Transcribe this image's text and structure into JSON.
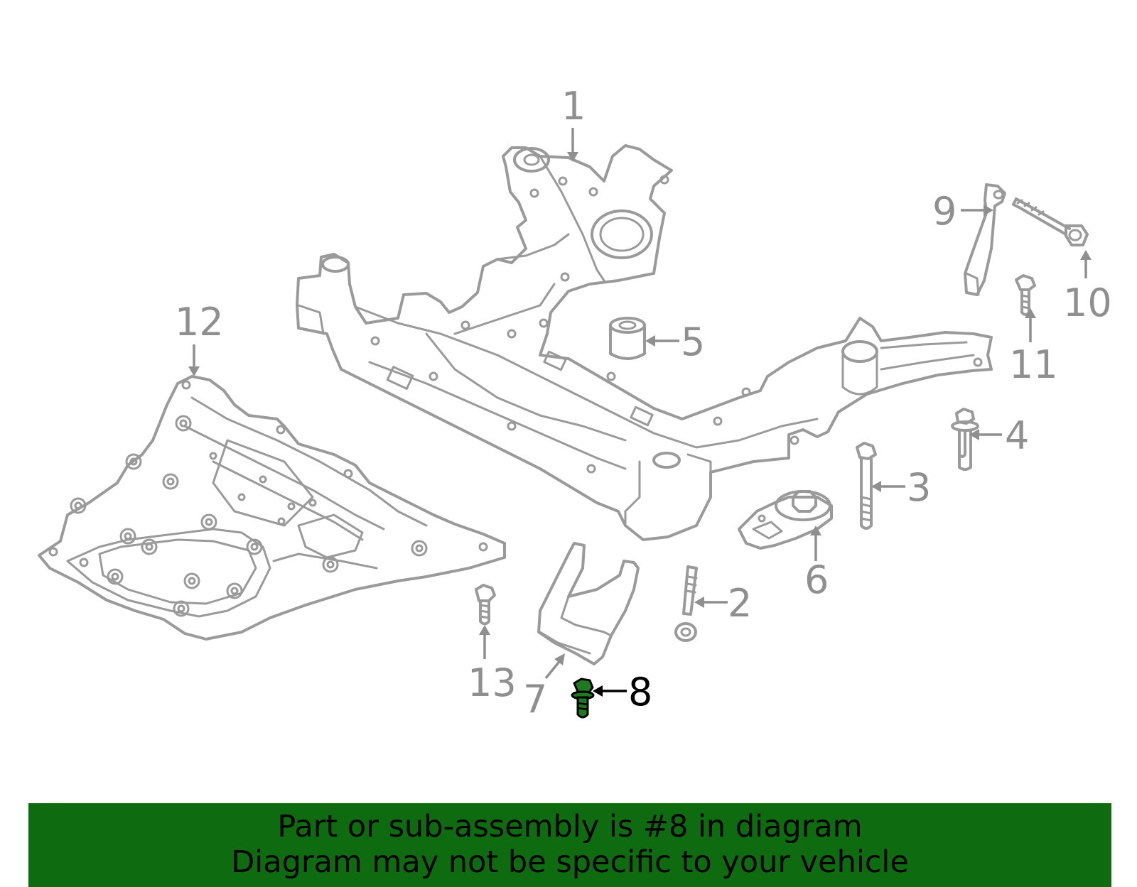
{
  "diagram": {
    "callouts": [
      {
        "id": "1",
        "label": "1"
      },
      {
        "id": "2",
        "label": "2"
      },
      {
        "id": "3",
        "label": "3"
      },
      {
        "id": "4",
        "label": "4"
      },
      {
        "id": "5",
        "label": "5"
      },
      {
        "id": "6",
        "label": "6"
      },
      {
        "id": "7",
        "label": "7"
      },
      {
        "id": "8",
        "label": "8",
        "highlighted": true
      },
      {
        "id": "9",
        "label": "9"
      },
      {
        "id": "10",
        "label": "10"
      },
      {
        "id": "11",
        "label": "11"
      },
      {
        "id": "12",
        "label": "12"
      },
      {
        "id": "13",
        "label": "13"
      }
    ],
    "colors": {
      "line_art": "#9a9a9a",
      "highlight_part": "#1f7a1f",
      "banner_bg": "#0f6b10"
    }
  },
  "banner": {
    "line1": "Part or sub-assembly is #8 in diagram",
    "line2": "Diagram may not be specific to your vehicle"
  }
}
